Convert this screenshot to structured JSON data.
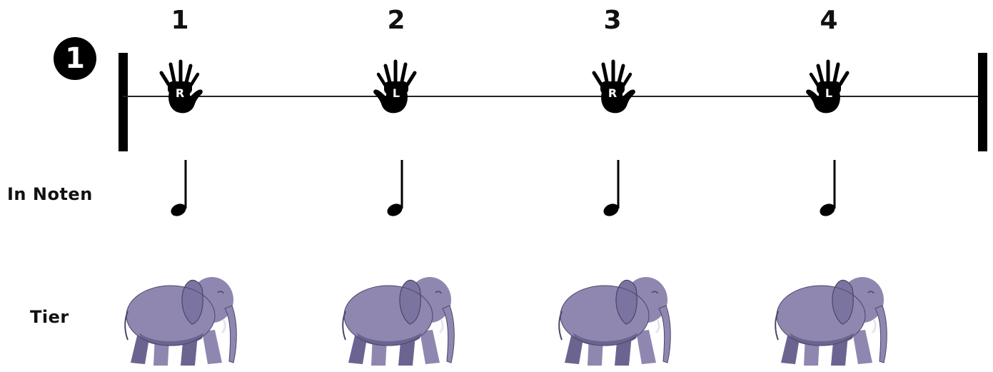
{
  "exercise_number": "1",
  "beats": [
    {
      "number": "1",
      "hand": "R",
      "hand_icon": "right-hand-icon"
    },
    {
      "number": "2",
      "hand": "L",
      "hand_icon": "left-hand-icon"
    },
    {
      "number": "3",
      "hand": "R",
      "hand_icon": "right-hand-icon"
    },
    {
      "number": "4",
      "hand": "L",
      "hand_icon": "left-hand-icon"
    }
  ],
  "rows": {
    "notes_label": "In Noten",
    "animal_label": "Tier"
  },
  "note_icon": "quarter-note-icon",
  "animal_icon": "elephant-icon",
  "colors": {
    "ink": "#000000",
    "elephant_body": "#8f87b0",
    "elephant_shadow": "#6b6490",
    "elephant_dark": "#4a4568"
  }
}
